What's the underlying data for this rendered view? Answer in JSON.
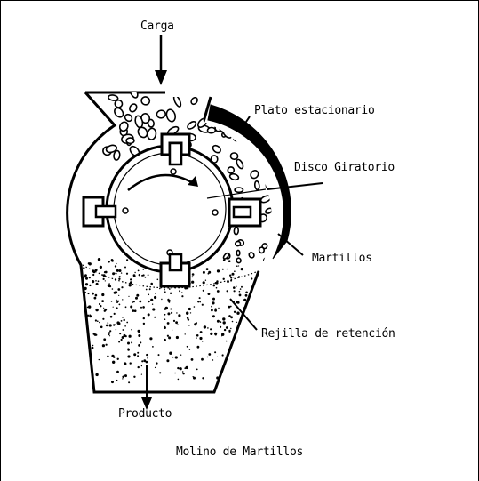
{
  "labels": {
    "feed": "Carga",
    "stationary_plate": "Plato estacionario",
    "rotating_disk": "Disco Giratorio",
    "hammers": "Martillos",
    "retention_grid": "Rejilla de retención",
    "product": "Producto",
    "caption": "Molino de Martillos"
  },
  "colors": {
    "ink": "#000000",
    "background": "#ffffff"
  }
}
